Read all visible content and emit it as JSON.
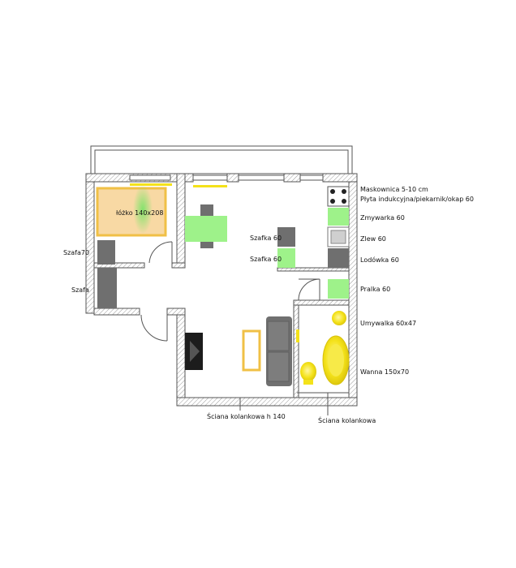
{
  "labels": {
    "bed": "łóżko 140x208",
    "wardrobe_70": "Szafa70",
    "wardrobe": "Szafa",
    "cabinet_60_a": "Szafka 60",
    "cabinet_60_b": "Szafka 60",
    "masking": "Maskownica 5-10 cm",
    "hob": "Płyta indukcyjna/piekarnik/okap 60",
    "dishwasher": "Zmywarka 60",
    "sink": "Zlew 60",
    "fridge": "Lodówka 60",
    "washer": "Pralka 60",
    "washbasin": "Umywalka 60x47",
    "bathtub": "Wanna 150x70",
    "knee_wall_140": "Ściana kolankowa h 140",
    "knee_wall": "Ściana kolankowa"
  },
  "colors": {
    "wall_fill": "#ffffff",
    "wall_hatch": "#9a9a9a",
    "wall_line": "#555555",
    "appliance_green": "#9ef28a",
    "cabinet_gray": "#6f6f6f",
    "bed_fill": "#f8d9a4",
    "bed_border": "#f0c046",
    "bath_yellow": "#f4e21a",
    "sofa_gray": "#707070",
    "fireplace_black": "#1c1c1c"
  }
}
